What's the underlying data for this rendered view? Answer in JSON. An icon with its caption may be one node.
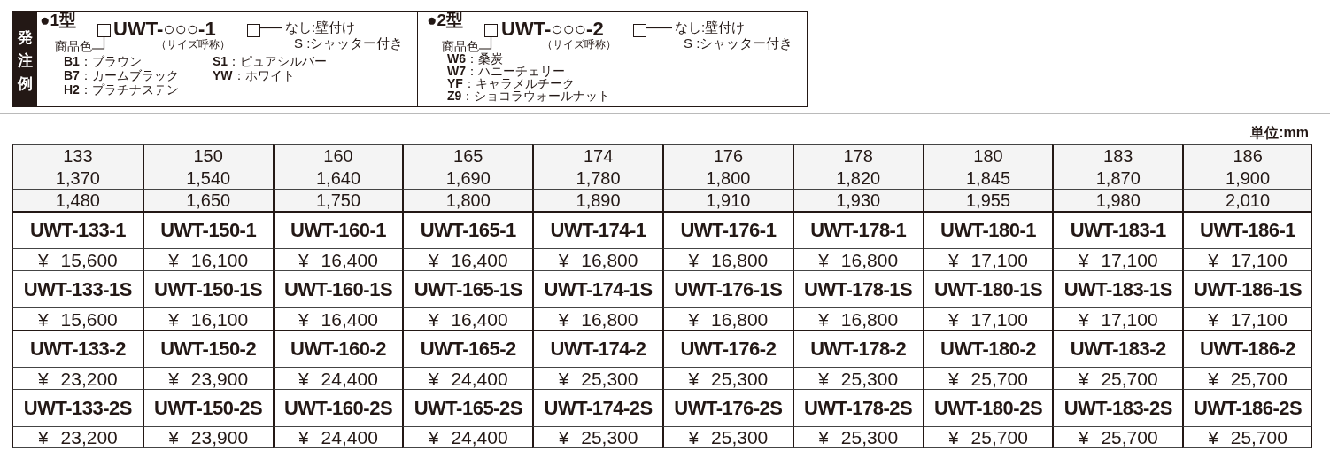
{
  "diagram": {
    "nodes": [
      {
        "text": [
          "発注例"
        ]
      },
      {
        "text": [
          "●1型",
          "UWT-○○○-1",
          "（サイズ呼称）",
          "**B1**：ブラウン",
          "**S1**：ピュアシルバー",
          "**B7**：カームブラック",
          "**YW**：ホワイト",
          "**H2**：プラチナステン"
        ],
        "in": 0
      },
      {
        "text": [
          "商品色"
        ],
        "in": 1
      },
      {
        "text": [],
        "shape": "box",
        "in": 1
      },
      {
        "text": [],
        "shape": "box",
        "in": 1
      },
      {
        "text": [
          "なし:壁付け",
          "S :シャッター付き"
        ],
        "in": 1
      },
      {
        "text": [
          "●2型",
          "UWT-○○○-2",
          "（サイズ呼称）",
          "**W6**：桑炭",
          "**W7**：ハニーチェリー",
          "**YF**：キャラメルチーク",
          "**Z9**：ショコラウォールナット"
        ],
        "in": 0
      },
      {
        "text": [
          "商品色"
        ],
        "in": 6
      },
      {
        "text": [],
        "shape": "box",
        "in": 6
      },
      {
        "text": [],
        "shape": "box",
        "in": 6
      },
      {
        "text": [
          "なし:壁付け",
          "S :シャッター付き"
        ],
        "in": 6
      }
    ],
    "edges": [
      {
        "from": 2,
        "to": 3,
        "arrow": "none"
      },
      {
        "from": 4,
        "to": 5,
        "arrow": "none"
      },
      {
        "from": 7,
        "to": 8,
        "arrow": "none"
      },
      {
        "from": 9,
        "to": 10,
        "arrow": "none"
      }
    ],
    "labels": [
      "単位:mm",
      "133",
      "150",
      "160",
      "165",
      "174",
      "176",
      "178",
      "180",
      "183",
      "186",
      "1,370",
      "1,540",
      "1,640",
      "1,690",
      "1,780",
      "1,800",
      "1,820",
      "1,845",
      "1,870",
      "1,900",
      "1,480",
      "1,650",
      "1,750",
      "1,800",
      "1,890",
      "1,910",
      "1,930",
      "1,955",
      "1,980",
      "2,010",
      "UWT-133-1",
      "UWT-150-1",
      "UWT-160-1",
      "UWT-165-1",
      "UWT-174-1",
      "UWT-176-1",
      "UWT-178-1",
      "UWT-180-1",
      "UWT-183-1",
      "UWT-186-1",
      "¥ 15,600",
      "¥ 16,100",
      "¥ 16,400",
      "¥ 16,400",
      "¥ 16,800",
      "¥ 16,800",
      "¥ 16,800",
      "¥ 17,100",
      "¥ 17,100",
      "¥ 17,100",
      "UWT-133-1S",
      "UWT-150-1S",
      "UWT-160-1S",
      "UWT-165-1S",
      "UWT-174-1S",
      "UWT-176-1S",
      "UWT-178-1S",
      "UWT-180-1S",
      "UWT-183-1S",
      "UWT-186-1S",
      "¥ 15,600",
      "¥ 16,100",
      "¥ 16,400",
      "¥ 16,400",
      "¥ 16,800",
      "¥ 16,800",
      "¥ 16,800",
      "¥ 17,100",
      "¥ 17,100",
      "¥ 17,100",
      "UWT-133-2",
      "UWT-150-2",
      "UWT-160-2",
      "UWT-165-2",
      "UWT-174-2",
      "UWT-176-2",
      "UWT-178-2",
      "UWT-180-2",
      "UWT-183-2",
      "UWT-186-2",
      "¥ 23,200",
      "¥ 23,900",
      "¥ 24,400",
      "¥ 24,400",
      "¥ 25,300",
      "¥ 25,300",
      "¥ 25,300",
      "¥ 25,700",
      "¥ 25,700",
      "¥ 25,700",
      "UWT-133-2S",
      "UWT-150-2S",
      "UWT-160-2S",
      "UWT-165-2S",
      "UWT-174-2S",
      "UWT-176-2S",
      "UWT-178-2S",
      "UWT-180-2S",
      "UWT-183-2S",
      "UWT-186-2S",
      "¥ 23,200",
      "¥ 23,900",
      "¥ 24,400",
      "¥ 24,400",
      "¥ 25,300",
      "¥ 25,300",
      "¥ 25,300",
      "¥ 25,700",
      "¥ 25,700",
      "¥ 25,700"
    ]
  }
}
